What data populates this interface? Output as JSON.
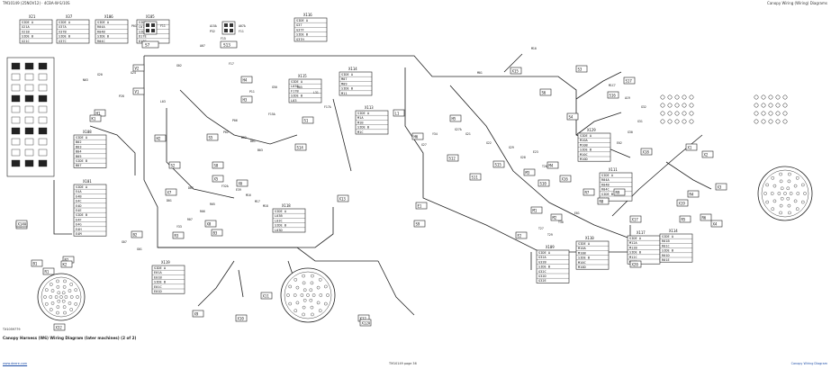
{
  "header": {
    "left": "TM10149 (25NOV12) · 4CBA-W-S/10S",
    "right": "Canopy Wiring (Wiring) Diagrams"
  },
  "diagram": {
    "reference_code": "TX1059779",
    "caption": "Canopy Harness (W6) Wiring Diagram (later machines) (2 of 2)",
    "connectors": [
      {
        "id": "X21",
        "rows": [
          "SIDE A",
          "X21A",
          "X21B",
          "SIDE B",
          "X21C"
        ]
      },
      {
        "id": "X37",
        "rows": [
          "SIDE A",
          "X37A",
          "X37B",
          "SIDE B",
          "X37C"
        ]
      },
      {
        "id": "X106",
        "rows": [
          "SIDE A",
          "R04A",
          "R04B",
          "SIDE B",
          "R04C"
        ]
      },
      {
        "id": "X105",
        "rows": [
          "SIDE A",
          "C07",
          "SIDE B",
          "D17E",
          "D17G"
        ]
      },
      {
        "id": "X116",
        "rows": [
          "SIDE A",
          "G37",
          "G37F",
          "SIDE B",
          "G37H"
        ]
      },
      {
        "id": "X114",
        "rows": [
          "SIDE A",
          "M07",
          "M09",
          "SIDE B",
          "M11"
        ]
      },
      {
        "id": "X115",
        "rows": [
          "SIDE A",
          "L03E",
          "F17B",
          "SIDE B",
          "L03"
        ]
      },
      {
        "id": "X113",
        "rows": [
          "SIDE A",
          "M1A",
          "M1B",
          "SIDE B",
          "M1C"
        ]
      },
      {
        "id": "X108",
        "rows": [
          "SIDE A",
          "B02",
          "B03",
          "B04",
          "B05",
          "SIDE B",
          "B07"
        ]
      },
      {
        "id": "X101",
        "rows": [
          "SIDE A",
          "E4A",
          "E4B",
          "E4C",
          "E4D",
          "E4E",
          "SIDE B",
          "E4F",
          "E4G",
          "E4H",
          "E4M"
        ]
      },
      {
        "id": "X118",
        "rows": [
          "SIDE A",
          "L03B",
          "L03C",
          "SIDE B",
          "L03D"
        ]
      },
      {
        "id": "X119",
        "rows": [
          "SIDE A",
          "E01A",
          "E01B",
          "SIDE B",
          "E01C",
          "E01D"
        ]
      },
      {
        "id": "X129",
        "rows": [
          "SIDE A",
          "M10A",
          "M10B",
          "SIDE B",
          "M10C",
          "M10D"
        ]
      },
      {
        "id": "X111",
        "rows": [
          "SIDE A",
          "R04A",
          "R04B",
          "R04C",
          "SIDE B",
          "R04D"
        ]
      },
      {
        "id": "X109",
        "rows": [
          "SIDE A",
          "G32A",
          "G32B",
          "SIDE B",
          "G32C",
          "G32D",
          "G32E"
        ]
      },
      {
        "id": "X110",
        "rows": [
          "SIDE A",
          "M10A",
          "M10B",
          "SIDE B",
          "M10C",
          "M10D"
        ]
      },
      {
        "id": "X117",
        "rows": [
          "SIDE A",
          "M12A",
          "M12B",
          "SIDE B",
          "M12C",
          "M12D"
        ]
      },
      {
        "id": "X114B",
        "rows": [
          "SIDE A",
          "R01B",
          "R01C",
          "SIDE B",
          "R01D",
          "R01E"
        ]
      }
    ],
    "small_components": [
      {
        "id": "S7",
        "pins": [
          "P01",
          "F11"
        ]
      },
      {
        "id": "S13",
        "pins": [
          "A15A",
          "A07A",
          "P32",
          "F11"
        ]
      },
      {
        "id": "V1"
      },
      {
        "id": "V2"
      },
      {
        "id": "H1"
      },
      {
        "id": "H2"
      },
      {
        "id": "H3"
      },
      {
        "id": "H4"
      },
      {
        "id": "H5"
      },
      {
        "id": "H6"
      },
      {
        "id": "S1"
      },
      {
        "id": "S2"
      },
      {
        "id": "S3"
      },
      {
        "id": "S4"
      },
      {
        "id": "S5"
      },
      {
        "id": "S6"
      },
      {
        "id": "S8"
      },
      {
        "id": "S9"
      },
      {
        "id": "S10"
      },
      {
        "id": "S11"
      },
      {
        "id": "S12"
      },
      {
        "id": "S14"
      },
      {
        "id": "S15"
      },
      {
        "id": "S16"
      },
      {
        "id": "S17"
      },
      {
        "id": "X1"
      },
      {
        "id": "X2"
      },
      {
        "id": "X3"
      },
      {
        "id": "X4"
      },
      {
        "id": "X5"
      },
      {
        "id": "X6"
      },
      {
        "id": "X7"
      },
      {
        "id": "X8"
      },
      {
        "id": "X9"
      },
      {
        "id": "X10"
      },
      {
        "id": "X11"
      },
      {
        "id": "X12"
      },
      {
        "id": "X13"
      },
      {
        "id": "X14"
      },
      {
        "id": "X15"
      },
      {
        "id": "X16"
      },
      {
        "id": "X17"
      },
      {
        "id": "X18"
      },
      {
        "id": "X19"
      },
      {
        "id": "X20"
      },
      {
        "id": "B1"
      },
      {
        "id": "B2"
      },
      {
        "id": "B3"
      },
      {
        "id": "R1"
      },
      {
        "id": "R2"
      },
      {
        "id": "R3"
      },
      {
        "id": "R4"
      },
      {
        "id": "R5"
      },
      {
        "id": "R6"
      },
      {
        "id": "R7"
      },
      {
        "id": "R8"
      },
      {
        "id": "R9"
      },
      {
        "id": "M1"
      },
      {
        "id": "M2"
      },
      {
        "id": "M3"
      },
      {
        "id": "M4"
      },
      {
        "id": "E1"
      },
      {
        "id": "E2"
      },
      {
        "id": "L1"
      },
      {
        "id": "K1"
      },
      {
        "id": "K2"
      },
      {
        "id": "X14A"
      },
      {
        "id": "X12A"
      },
      {
        "id": "X32"
      },
      {
        "id": "X42"
      }
    ],
    "wire_labels": [
      "G20",
      "N03",
      "P28",
      "L03",
      "G24",
      "G02",
      "A07",
      "F15",
      "F17",
      "P11",
      "G50",
      "F15A",
      "P06",
      "P02",
      "B02",
      "B01",
      "B03",
      "D07",
      "D01",
      "F32A",
      "E39",
      "M16",
      "M17",
      "M18",
      "R05",
      "R06",
      "R07",
      "Y33",
      "Y34",
      "G27",
      "G27A",
      "G21",
      "G22",
      "G29",
      "G28",
      "E23",
      "T26",
      "T27",
      "T29",
      "T30",
      "E01",
      "E02",
      "G30",
      "G31",
      "G32",
      "A19",
      "M1C7",
      "M10",
      "M01",
      "M05",
      "L31",
      "F17A",
      "G07",
      "G01"
    ],
    "round_plugs": [
      "X32",
      "X12A",
      "X42"
    ]
  }
}
